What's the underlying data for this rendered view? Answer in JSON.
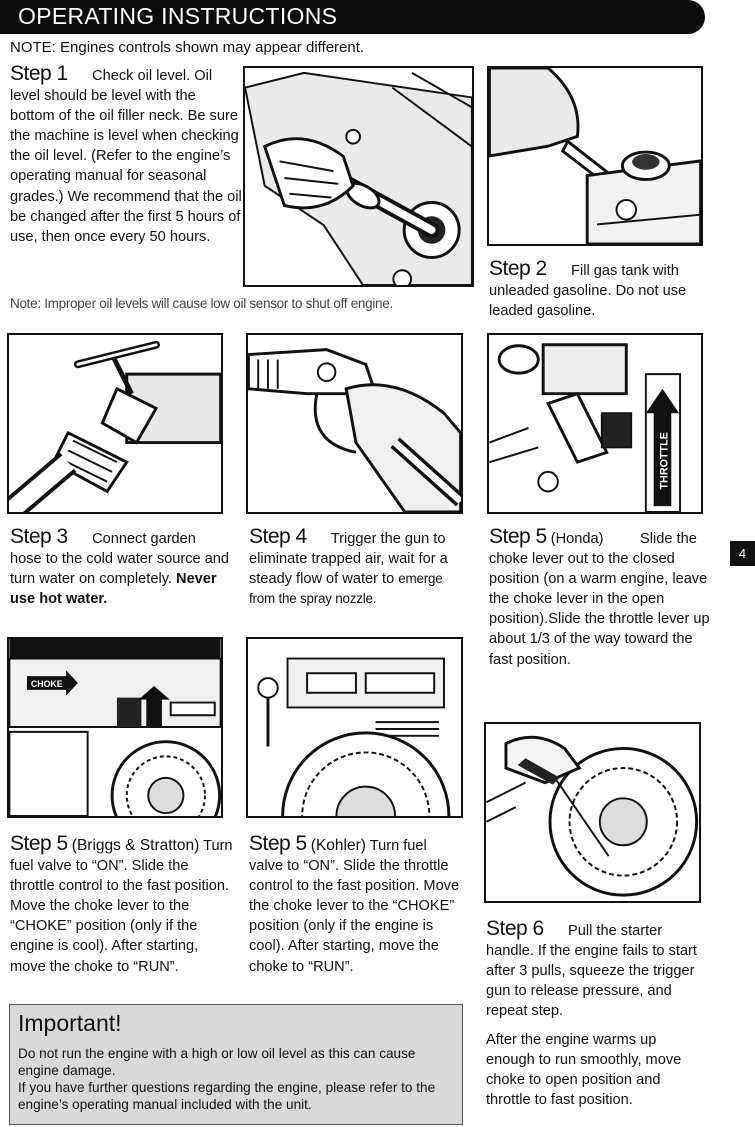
{
  "header": {
    "title": "OPERATING INSTRUCTIONS"
  },
  "note": "NOTE: Engines controls shown may appear different.",
  "step1": {
    "label": "Step 1",
    "text": "Check oil level. Oil level should be level with the bottom of the oil filler neck. Be sure the machine is level when checking the oil level. (Refer to the engine’s operating manual for seasonal grades.) We recommend that the oil be changed after the first 5 hours of use, then once every 50 hours."
  },
  "oil_warning": "Note: Improper oil levels will cause low oil sensor to shut off engine.",
  "step2": {
    "label": "Step 2",
    "text": "Fill gas tank with unleaded gasoline. Do not use leaded gasoline."
  },
  "step3": {
    "label": "Step 3",
    "text": "Connect garden hose to the cold water source and turn water on completely.",
    "emphasis": "Never use hot water."
  },
  "step4": {
    "label": "Step 4",
    "text": "Trigger the gun to eliminate trapped air, wait for a steady flow of water to",
    "text_tail": "emerge from the spray nozzle."
  },
  "step5_honda": {
    "label": "Step 5",
    "sub": "(Honda)",
    "text": "Slide the choke lever out to the closed position (on a warm engine, leave the choke lever in the open position).Slide the throttle lever up  about 1/3 of the way toward the fast position."
  },
  "step5_briggs": {
    "label": "Step 5",
    "sub": "(Briggs & Stratton)",
    "text": "Turn fuel valve to “ON”. Slide the throttle control to the fast position. Move the choke lever to the “CHOKE” position (only if the engine is cool). After starting, move the choke to “RUN”."
  },
  "step5_kohler": {
    "label": "Step 5",
    "sub": "(Kohler)",
    "text": "Turn fuel valve to “ON”. Slide the throttle control to the fast position. Move the choke lever to the “CHOKE” position (only if the engine is cool). After starting, move the choke to “RUN”."
  },
  "step6": {
    "label": "Step 6",
    "text": "Pull the starter handle. If the engine fails to start after 3 pulls, squeeze the trigger gun to release pressure, and repeat step.",
    "text2": "After the engine warms up enough to run smoothly, move choke to open position and throttle to fast position."
  },
  "important": {
    "title": "Important!",
    "p1": "Do not run the engine with a high or low oil level as this can cause engine damage.",
    "p2": "If you have further questions regarding the engine, please refer to the engine’s operating manual included with the unit."
  },
  "illustration_labels": {
    "throttle": "THROTTLE",
    "choke": "CHOKE"
  },
  "page_number": "4"
}
